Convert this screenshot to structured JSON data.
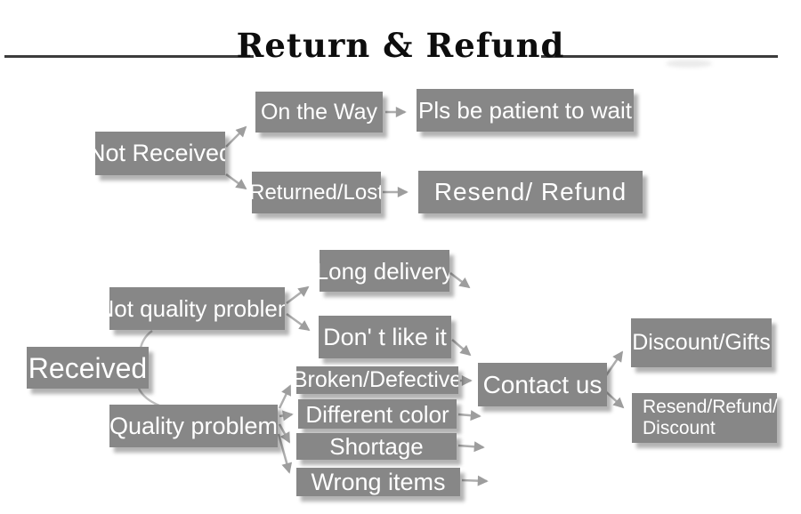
{
  "title": "Return & Refund",
  "colors": {
    "box_fill": "#878787",
    "box_text": "#ffffff",
    "arrow": "#9d9d9d",
    "title_text": "#0d0d0d",
    "divider_rule": "#3c3c3c",
    "background": "#ffffff"
  },
  "nodes": {
    "not_received": {
      "label": "Not Received"
    },
    "on_the_way": {
      "label": "On the Way"
    },
    "pls_wait": {
      "label": "Pls be patient to wait"
    },
    "returned_lost": {
      "label": "Returned/Lost"
    },
    "resend_refund": {
      "label": "Resend/ Refund"
    },
    "received": {
      "label": "Received"
    },
    "not_quality_problem": {
      "label": "Not quality problem"
    },
    "long_delivery": {
      "label": "Long delivery"
    },
    "dont_like_it": {
      "label": "Don' t like it"
    },
    "quality_problem": {
      "label": "Quality problem"
    },
    "broken_defective": {
      "label": "Broken/Defective"
    },
    "different_color": {
      "label": "Different color"
    },
    "shortage": {
      "label": "Shortage"
    },
    "wrong_items": {
      "label": "Wrong items"
    },
    "contact_us": {
      "label": "Contact us"
    },
    "discount_gifts": {
      "label": "Discount/Gifts"
    },
    "resend_refund_discount": {
      "label": "Resend/Refund/\nDiscount"
    }
  },
  "edges": [
    {
      "from": "Not Received",
      "to": "On the Way"
    },
    {
      "from": "Not Received",
      "to": "Returned/Lost"
    },
    {
      "from": "On the Way",
      "to": "Pls be patient to wait"
    },
    {
      "from": "Returned/Lost",
      "to": "Resend/ Refund"
    },
    {
      "from": "Received",
      "to": "Not quality problem"
    },
    {
      "from": "Received",
      "to": "Quality problem"
    },
    {
      "from": "Not quality problem",
      "to": "Long delivery"
    },
    {
      "from": "Not quality problem",
      "to": "Don' t like it"
    },
    {
      "from": "Long delivery",
      "to": "Contact us"
    },
    {
      "from": "Don' t like it",
      "to": "Contact us"
    },
    {
      "from": "Quality problem",
      "to": "Broken/Defective"
    },
    {
      "from": "Quality problem",
      "to": "Different color"
    },
    {
      "from": "Quality problem",
      "to": "Shortage"
    },
    {
      "from": "Quality problem",
      "to": "Wrong items"
    },
    {
      "from": "Broken/Defective",
      "to": "Contact us"
    },
    {
      "from": "Different color",
      "to": "Contact us"
    },
    {
      "from": "Shortage",
      "to": "Contact us"
    },
    {
      "from": "Wrong items",
      "to": "Contact us"
    },
    {
      "from": "Contact us",
      "to": "Discount/Gifts"
    },
    {
      "from": "Contact us",
      "to": "Resend/Refund/ Discount"
    }
  ]
}
